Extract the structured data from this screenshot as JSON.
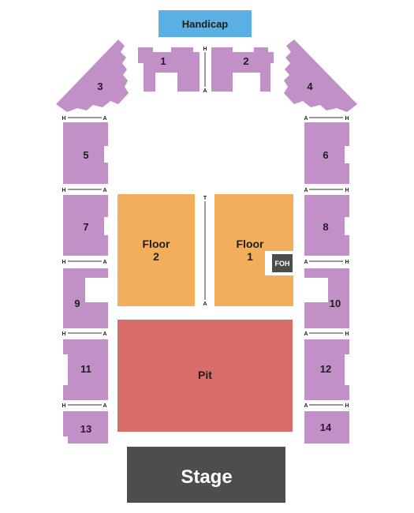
{
  "map": {
    "colors": {
      "seating": "#c090c6",
      "floor": "#f3ae5c",
      "pit": "#d96d6a",
      "handicap": "#5ab0e2",
      "stage": "#4d4d4d",
      "background": "#ffffff"
    },
    "handicap_label": "Handicap",
    "stage_label": "Stage",
    "pit_label": "Pit",
    "foh_label": "FOH",
    "floor2": {
      "line1": "Floor",
      "line2": "2"
    },
    "floor1": {
      "line1": "Floor",
      "line2": "1"
    },
    "sections": {
      "s1": "1",
      "s2": "2",
      "s3": "3",
      "s4": "4",
      "s5": "5",
      "s6": "6",
      "s7": "7",
      "s8": "8",
      "s9": "9",
      "s10": "10",
      "s11": "11",
      "s12": "12",
      "s13": "13",
      "s14": "14"
    },
    "row_markers": {
      "first": "H",
      "last": "A",
      "center_top": "T"
    }
  }
}
